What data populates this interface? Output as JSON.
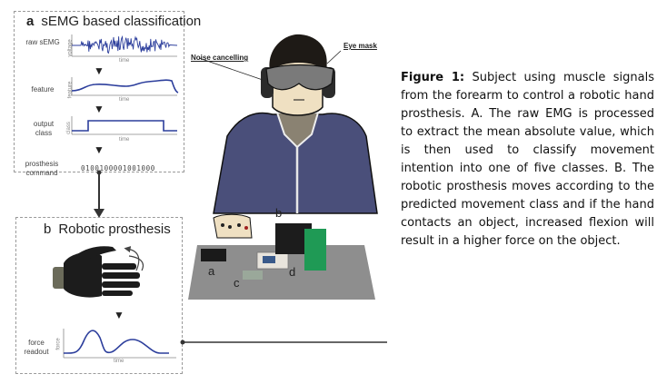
{
  "panel_a": {
    "letter": "a",
    "title": "sEMG based classification",
    "rows": {
      "raw": {
        "label": "raw sEMG",
        "y_axis": "voltage",
        "x_axis": "time"
      },
      "feature": {
        "label": "feature",
        "y_axis": "feature",
        "x_axis": "time"
      },
      "output": {
        "label_line1": "output",
        "label_line2": "class",
        "y_axis": "class",
        "x_axis": "time"
      },
      "command": {
        "label_line1": "prosthesis",
        "label_line2": "command",
        "value": "0100100001001000"
      }
    }
  },
  "panel_b": {
    "letter": "b",
    "title": "Robotic prosthesis",
    "force": {
      "label_line1": "force",
      "label_line2": "readout",
      "y_axis": "force",
      "x_axis": "time"
    }
  },
  "scene": {
    "callouts": {
      "noise": "Noise cancelling",
      "eye": "Eye mask"
    },
    "labels": {
      "a": "a",
      "b": "b",
      "c": "c",
      "d": "d"
    }
  },
  "caption": {
    "label": "Figure 1:",
    "text": " Subject using muscle signals from the forearm to control a robotic hand prosthesis. A. The raw EMG is processed to extract the mean absolute value, which is then used to classify movement intention into one of five classes. B. The robotic prosthesis moves according to the predicted movement class and if the hand contacts an object, increased flexion will result in a higher force on the object."
  },
  "colors": {
    "signal": "#2c3e9c",
    "hoodie": "#4a4f7a",
    "table": "#8e8e8e",
    "skin": "#efe0c2",
    "mask": "#7a7a7a",
    "object": "#1f9a55"
  }
}
